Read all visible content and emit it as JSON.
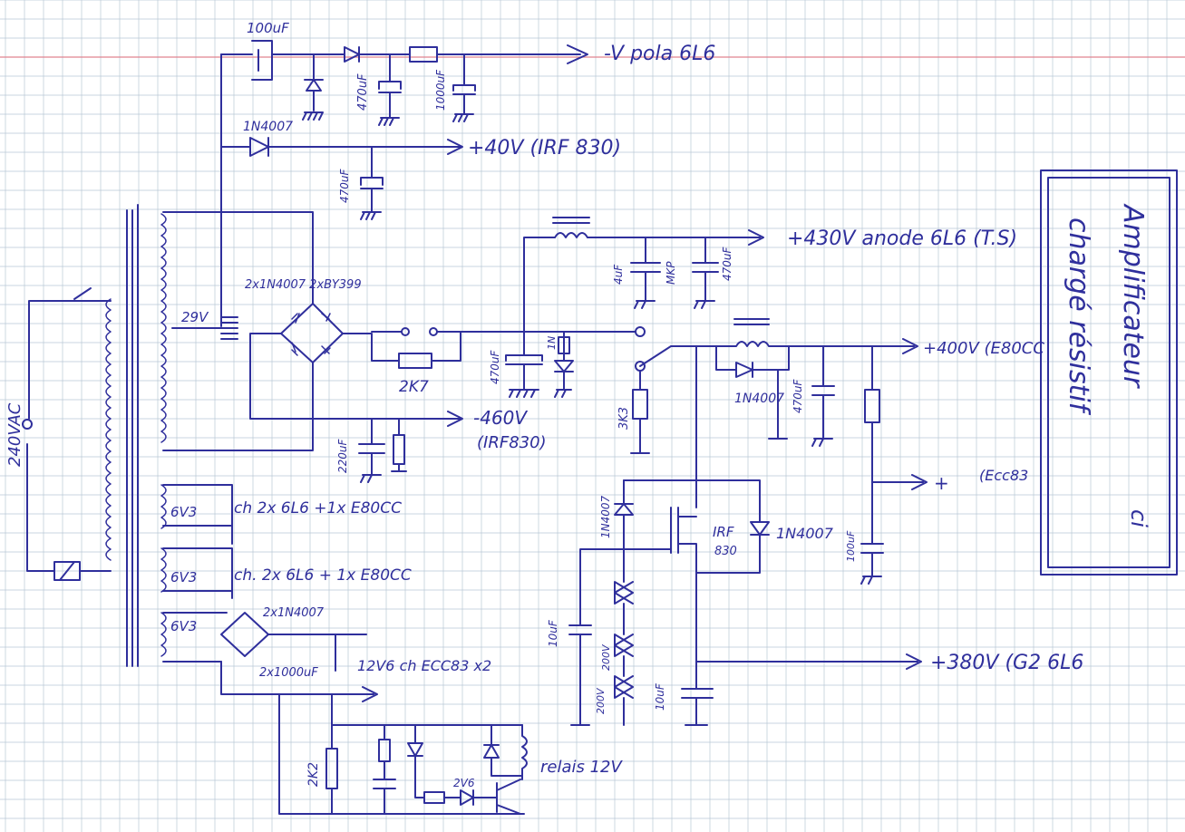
{
  "paper": {
    "grid_color": "#b9c8d6",
    "margin_color": "#e0838f",
    "ink_color": "#2f2f9c"
  },
  "mains": {
    "label": "240VAC"
  },
  "secondaries": {
    "hv_tap": "29V",
    "heater_1": "6V3",
    "heater_2": "6V3",
    "heater_3": "6V3"
  },
  "bias_supply": {
    "cap_in": "100uF",
    "cap_1": "470uF",
    "cap_2": "1000uF",
    "output": "-V pola 6L6",
    "diode": "1N4007",
    "cap_40v": "470uF",
    "output_40v": "+40V (IRF 830)"
  },
  "hv_supply": {
    "bridge": "2x1N4007  2xBY399",
    "resistor": "2K7",
    "cap_main": "470uF",
    "zener": "1N",
    "cap_mkp": "4uF",
    "mkp_label": "MKP",
    "cap_anode": "470uF",
    "out_anode": "+430V  anode 6L6 (T.S)",
    "neg_cap": "220uF",
    "neg_out": "-460V",
    "neg_note": "(IRF830)"
  },
  "regulator": {
    "r_switch": "3K3",
    "diode_gate": "1N4007",
    "mosfet": "IRF",
    "mosfet_part": "830",
    "diode_protect": "1N4007",
    "cap_gate": "10uF",
    "zener_1": "200V",
    "zener_2": "200V",
    "cap_out": "10uF",
    "out_g2": "+380V (G2 6L6",
    "diode_400": "1N4007",
    "cap_400": "470uF",
    "out_400": "+400V (E80CC",
    "out_plus": "+",
    "ecc_note": "(Ecc83",
    "cap_final": "100uF"
  },
  "heaters": {
    "line_1": "ch 2x 6L6 +1x E80CC",
    "line_2": "ch. 2x 6L6 + 1x E80CC",
    "bridge": "2x1N4007",
    "caps": "2x1000uF",
    "out_12v": "12V6 ch ECC83 x2"
  },
  "relay": {
    "resistor": "2K2",
    "zener": "2V6",
    "label": "relais 12V"
  },
  "box": {
    "line_1": "Amplificateur",
    "line_2": "chargé résistif",
    "line_3": "ci"
  }
}
